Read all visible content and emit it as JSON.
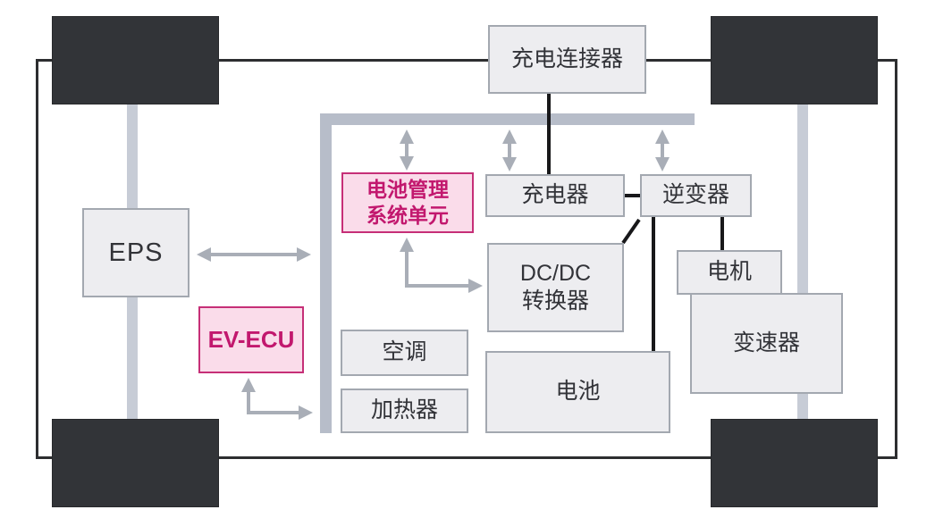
{
  "nodes": {
    "charging_connector": {
      "label": "充电连接器"
    },
    "eps": {
      "label": "EPS"
    },
    "ev_ecu": {
      "label": "EV-ECU"
    },
    "bms": {
      "label": "电池管理\n系统单元"
    },
    "charger": {
      "label": "充电器"
    },
    "inverter": {
      "label": "逆变器"
    },
    "dcdc": {
      "label": "DC/DC\n转换器"
    },
    "ac": {
      "label": "空调"
    },
    "heater": {
      "label": "加热器"
    },
    "battery": {
      "label": "电池"
    },
    "motor": {
      "label": "电机"
    },
    "gearbox": {
      "label": "变速器"
    }
  },
  "colors": {
    "accent_pink_text": "#c2186e",
    "pink_fill": "#fadcea",
    "pink_border": "#c62f77",
    "box_fill": "#ededf0",
    "box_border": "#a3a8b0",
    "bus_gray": "#b7bdc9",
    "axle_gray": "#c7ccd6",
    "arrow_gray": "#a9aeb7",
    "wheel_dark": "#323438",
    "black_line": "#18181a"
  }
}
